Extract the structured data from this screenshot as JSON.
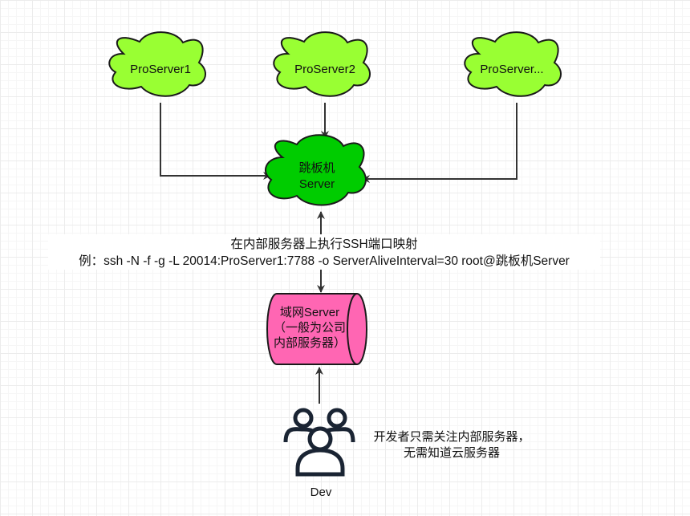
{
  "nodes": {
    "proserver1": {
      "label": "ProServer1",
      "fill": "#99FF33"
    },
    "proserver2": {
      "label": "ProServer2",
      "fill": "#99FF33"
    },
    "proserver_more": {
      "label": "ProServer...",
      "fill": "#99FF33"
    },
    "jump_server": {
      "line1": "跳板机",
      "line2": "Server",
      "fill": "#00CC00"
    },
    "lan_server": {
      "line1": "域网Server",
      "line2": "（一般为公司",
      "line3": "内部服务器）",
      "fill": "#FF66B3"
    }
  },
  "tunnel_label": {
    "line1": "在内部服务器上执行SSH端口映射",
    "line2": "例：ssh -N -f -g -L 20014:ProServer1:7788 -o ServerAliveInterval=30 root@跳板机Server"
  },
  "developer": {
    "label": "Dev",
    "icon": "users-icon",
    "note_line1": "开发者只需关注内部服务器，",
    "note_line2": "无需知道云服务器"
  },
  "colors": {
    "edge": "#333333",
    "cloud_stroke": "#1a1a1a"
  }
}
